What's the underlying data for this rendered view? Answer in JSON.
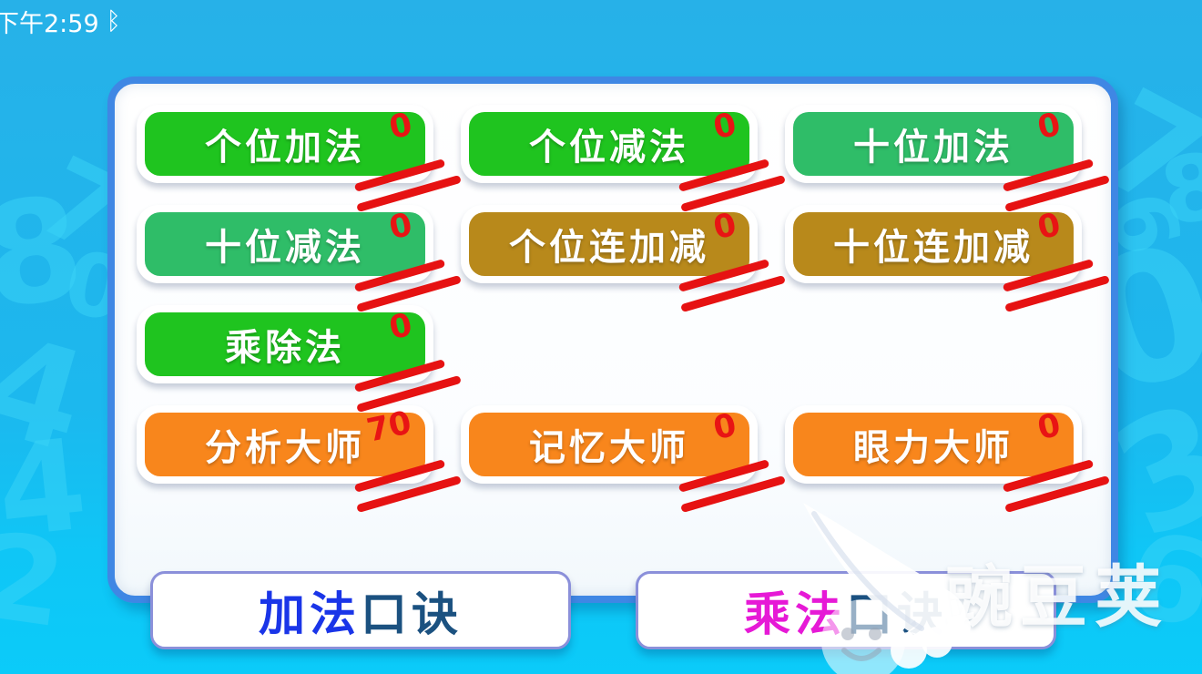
{
  "status_bar": {
    "time": "下午2:59",
    "bluetooth_icon": "ᛒ"
  },
  "main": {
    "buttons": [
      {
        "label": "个位加法",
        "score": "0",
        "color": "#1fc41f"
      },
      {
        "label": "个位减法",
        "score": "0",
        "color": "#1fc41f"
      },
      {
        "label": "十位加法",
        "score": "0",
        "color": "#2fbd68"
      },
      {
        "label": "十位减法",
        "score": "0",
        "color": "#2fbd68"
      },
      {
        "label": "个位连加减",
        "score": "0",
        "color": "#b8891b"
      },
      {
        "label": "十位连加减",
        "score": "0",
        "color": "#b8891b"
      },
      {
        "label": "乘除法",
        "score": "0",
        "color": "#1fc41f"
      },
      {
        "label": "分析大师",
        "score": "70",
        "color": "#f8861c"
      },
      {
        "label": "记忆大师",
        "score": "0",
        "color": "#f8861c"
      },
      {
        "label": "眼力大师",
        "score": "0",
        "color": "#f8861c"
      }
    ]
  },
  "footer": {
    "left_button": {
      "part1": "加法",
      "part2": "口诀",
      "part1_color": "#1a35e8",
      "part2_color": "#1b5180"
    },
    "right_button": {
      "part1": "乘法",
      "part2": "口诀",
      "part1_color": "#e619d6",
      "part2_color": "#1b5180"
    }
  },
  "watermark": {
    "text": "豌豆荚"
  },
  "background": {
    "digit_color": "#3bd4f7",
    "digits": [
      {
        "char": "8"
      },
      {
        "char": "7"
      },
      {
        "char": "0"
      },
      {
        "char": "4"
      },
      {
        "char": "4"
      },
      {
        "char": "2"
      },
      {
        "char": "7"
      },
      {
        "char": "8"
      },
      {
        "char": "6"
      },
      {
        "char": "0"
      },
      {
        "char": "3"
      },
      {
        "char": "6"
      }
    ]
  },
  "colors": {
    "score_red": "#e81414",
    "mark_red": "#e61212",
    "panel_border": "#3f87e4",
    "footer_border": "#8b90da"
  }
}
